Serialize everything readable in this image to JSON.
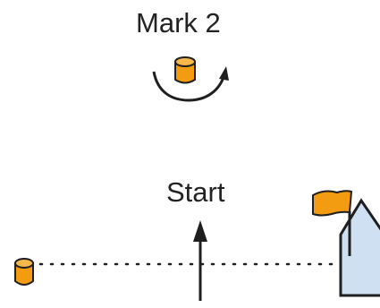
{
  "labels": {
    "mark": "Mark 2",
    "start": "Start"
  },
  "colors": {
    "buoy_fill": "#f39c12",
    "buoy_stroke": "#1f1f1f",
    "boat_fill": "#cfe0f3",
    "flag_fill": "#f39c12",
    "line": "#1f1f1f"
  },
  "icons": {
    "mark_buoy": "buoy-icon",
    "rounding_arrow": "curved-arrow-icon",
    "pin_buoy": "buoy-icon",
    "start_line": "dotted-line",
    "course_arrow": "arrow-up-icon",
    "committee_boat": "boat-icon",
    "boat_flag": "flag-icon"
  }
}
